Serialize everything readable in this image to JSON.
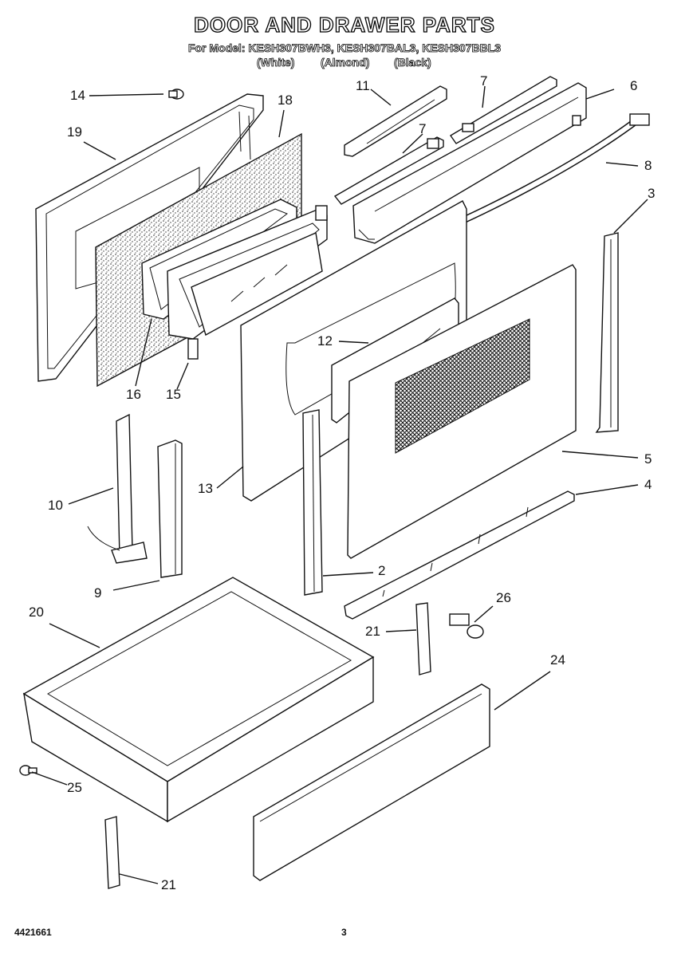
{
  "header": {
    "title": "DOOR AND DRAWER PARTS",
    "model_line": "For Model: KESH307BWH3, KESH307BAL3, KESH307BBL3",
    "variants": [
      "(White)",
      "(Almond)",
      "(Black)"
    ]
  },
  "callouts": [
    "14",
    "18",
    "19",
    "11",
    "7",
    "6",
    "7",
    "8",
    "3",
    "12",
    "16",
    "15",
    "13",
    "5",
    "10",
    "4",
    "2",
    "9",
    "20",
    "26",
    "21",
    "24",
    "25",
    "21"
  ],
  "footer": {
    "doc_number": "4421661",
    "page_number": "3"
  }
}
